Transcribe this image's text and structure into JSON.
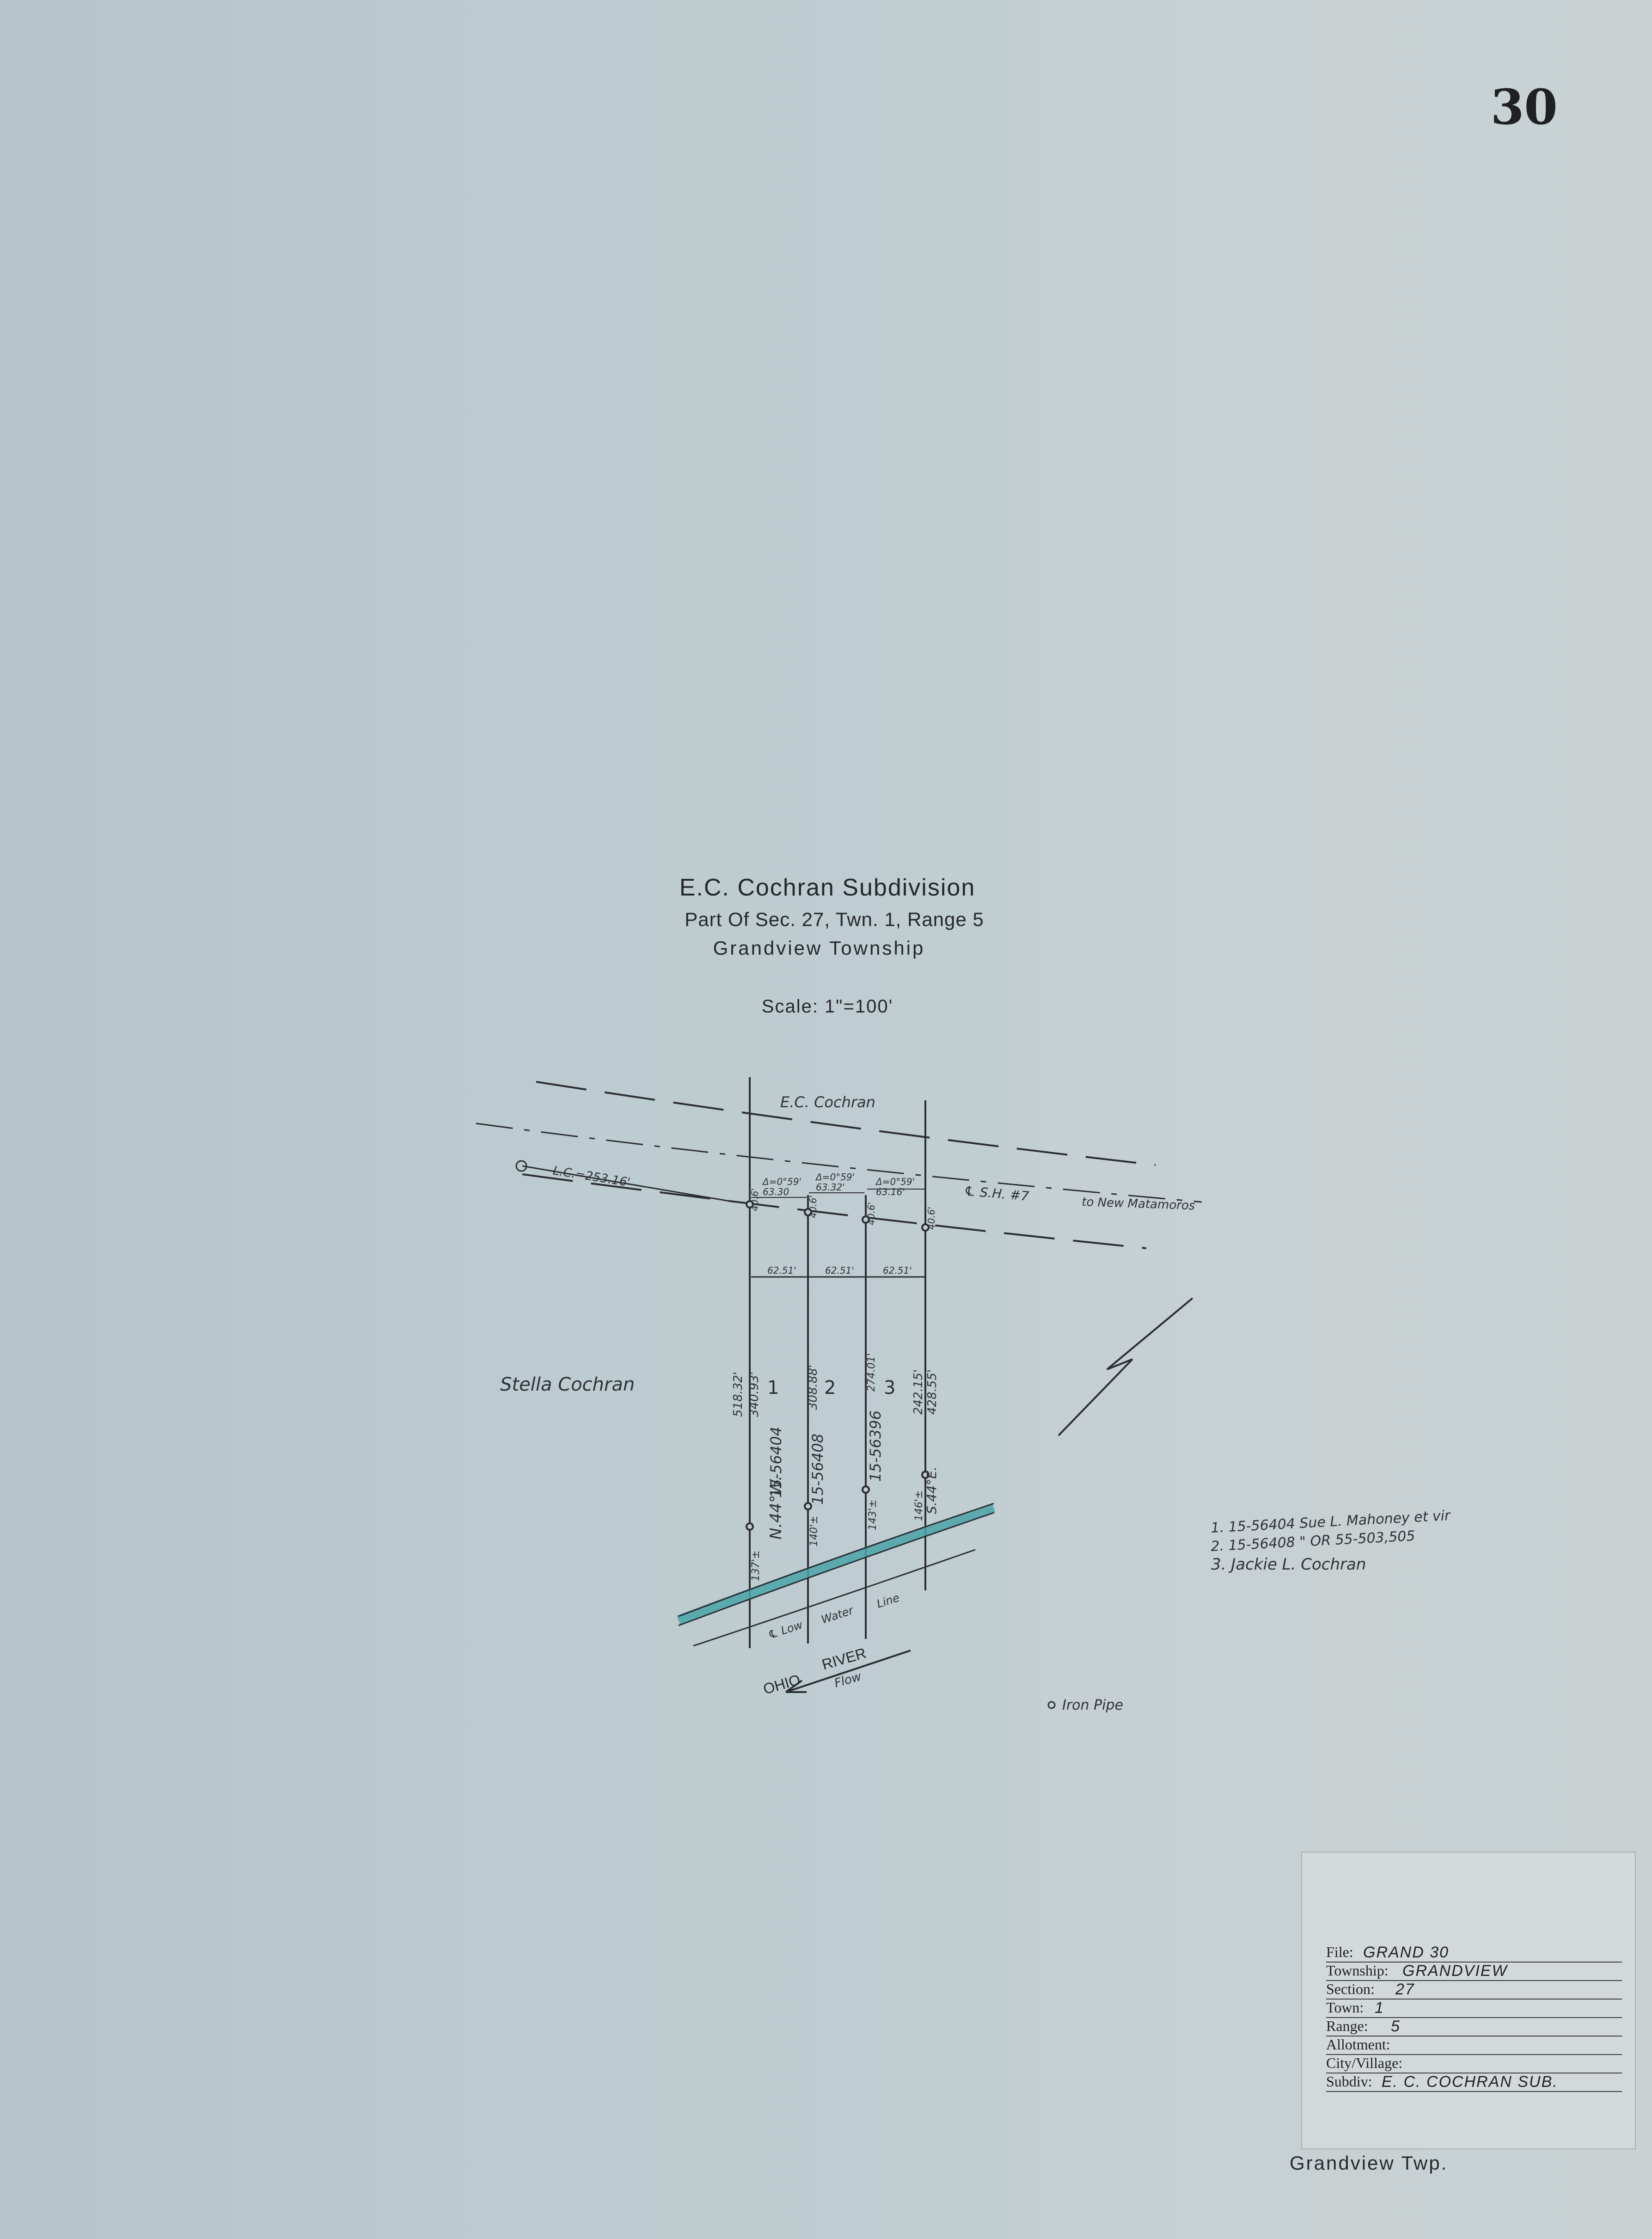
{
  "sheet_number": "30",
  "title": {
    "line1": "E.C. Cochran Subdivision",
    "line2": "Part Of Sec. 27, Twn. 1, Range 5",
    "line3": "Grandview Township",
    "scale": "Scale: 1\"=100'"
  },
  "map_labels": {
    "north_owner": "E.C. Cochran",
    "west_owner": "Stella Cochran",
    "highway_centerline": "℄ S.H. #7",
    "highway_destination": "to New Matamoros",
    "lc_distance": "L.C.=253.16'",
    "bearing": "N.44°W.",
    "low_water_1": "℄ Low",
    "low_water_2": "Water",
    "low_water_3": "Line",
    "river_1": "OHIO",
    "river_2": "RIVER",
    "river_flow": "Flow",
    "iron_pipe": "Iron Pipe"
  },
  "lots": [
    {
      "number": "1",
      "parcel": "15-56404",
      "side_a": "518.32'",
      "side_b": "340.93'",
      "frontage": "62.51'",
      "road_width": "40.6'",
      "curve_top": "Δ=0°59'",
      "curve_bot": "63.30",
      "offset": "137'±"
    },
    {
      "number": "2",
      "parcel": "15-56408",
      "side_a": "308.88'",
      "side_b": "",
      "frontage": "62.51'",
      "road_width": "40.6'",
      "curve_top": "Δ=0°59'",
      "curve_bot": "63.32'",
      "offset": "140'±"
    },
    {
      "number": "3",
      "parcel": "15-56396",
      "side_a": "274.01'",
      "side_b": "",
      "frontage": "62.51'",
      "road_width": "40.6'",
      "curve_top": "Δ=0°59'",
      "curve_bot": "63.16'",
      "offset": "143'±"
    }
  ],
  "east_line": {
    "side_a": "242.15'",
    "side_b": "428.55'",
    "bearing": "S.44°E.",
    "offset": "146'±",
    "road_width": "40.6'"
  },
  "ownership_notes": [
    "1. 15-56404 Sue L. Mahoney et vir",
    "2. 15-56408   \"      OR 55-503,505",
    "3. Jackie L. Cochran"
  ],
  "title_block": {
    "rows": [
      {
        "label": "File:",
        "value": "GRAND 30"
      },
      {
        "label": "Township:",
        "value": "GRANDVIEW"
      },
      {
        "label": "Section:",
        "value": "27"
      },
      {
        "label": "Town:",
        "value": "1"
      },
      {
        "label": "Range:",
        "value": "5"
      },
      {
        "label": "Allotment:",
        "value": ""
      },
      {
        "label": "City/Village:",
        "value": ""
      },
      {
        "label": "Subdiv:",
        "value": "E. C. COCHRAN SUB."
      }
    ]
  },
  "footer": "Grandview Twp.",
  "colors": {
    "paper": "#bccbd0",
    "ink": "#2b2e33",
    "river": "#4aa3a8"
  }
}
